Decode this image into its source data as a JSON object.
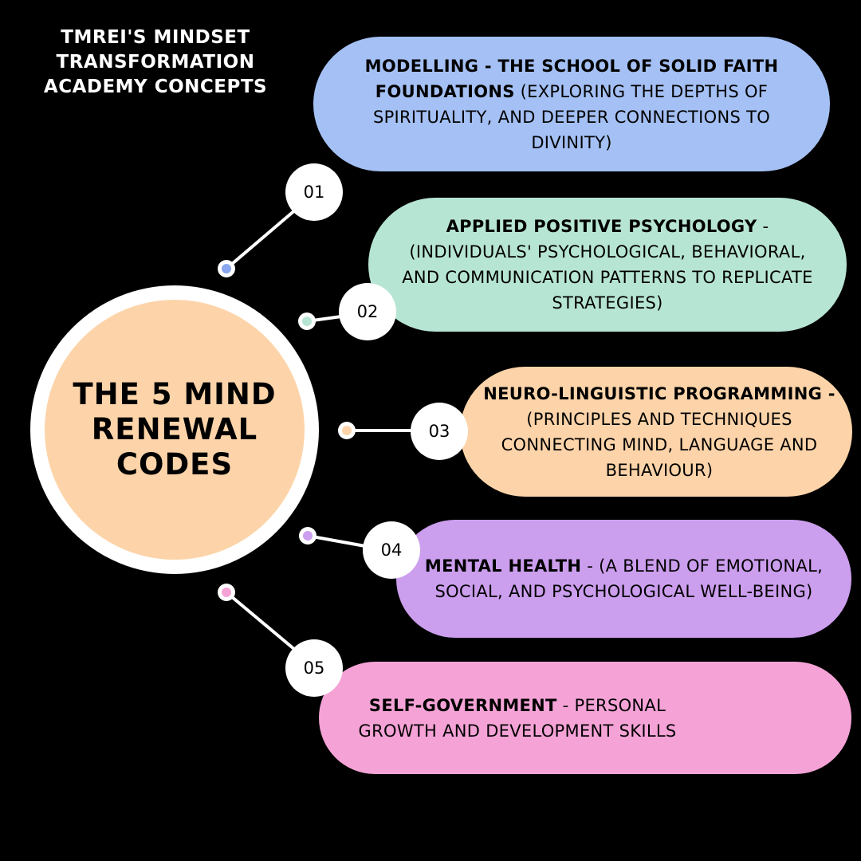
{
  "header": {
    "title_line1": "TMREI'S MINDSET",
    "title_line2": "TRANSFORMATION",
    "title_line3": "ACADEMY CONCEPTS"
  },
  "hub": {
    "line1": "THE 5 MIND",
    "line2": "RENEWAL",
    "line3": "CODES"
  },
  "codes": [
    {
      "number": "01",
      "title": "MODELLING - THE SCHOOL OF SOLID FAITH FOUNDATIONS",
      "description": "(EXPLORING THE DEPTHS OF SPIRITUALITY, AND DEEPER CONNECTIONS TO DIVINITY)",
      "color": "#a4c0f4",
      "dot_color": "#8aa6ee"
    },
    {
      "number": "02",
      "title": "APPLIED POSITIVE PSYCHOLOGY",
      "description": "- (INDIVIDUALS' PSYCHOLOGICAL, BEHAVIORAL, AND COMMUNICATION PATTERNS TO REPLICATE STRATEGIES)",
      "color": "#b7e5d3",
      "dot_color": "#b7e5d3"
    },
    {
      "number": "03",
      "title": "NEURO-LINGUISTIC PROGRAMMING -",
      "description": "(PRINCIPLES AND TECHNIQUES CONNECTING MIND, LANGUAGE AND BEHAVIOUR)",
      "color": "#fdd4a9",
      "dot_color": "#fdd4a9"
    },
    {
      "number": "04",
      "title": "MENTAL HEALTH",
      "description": "- (A BLEND OF EMOTIONAL, SOCIAL, AND PSYCHOLOGICAL WELL-BEING)",
      "color": "#cc9eee",
      "dot_color": "#cc9eee"
    },
    {
      "number": "05",
      "title": "SELF-GOVERNMENT",
      "description": "- PERSONAL GROWTH AND DEVELOPMENT SKILLS",
      "color": "#f5a3d7",
      "dot_color": "#f5a3d7"
    }
  ]
}
